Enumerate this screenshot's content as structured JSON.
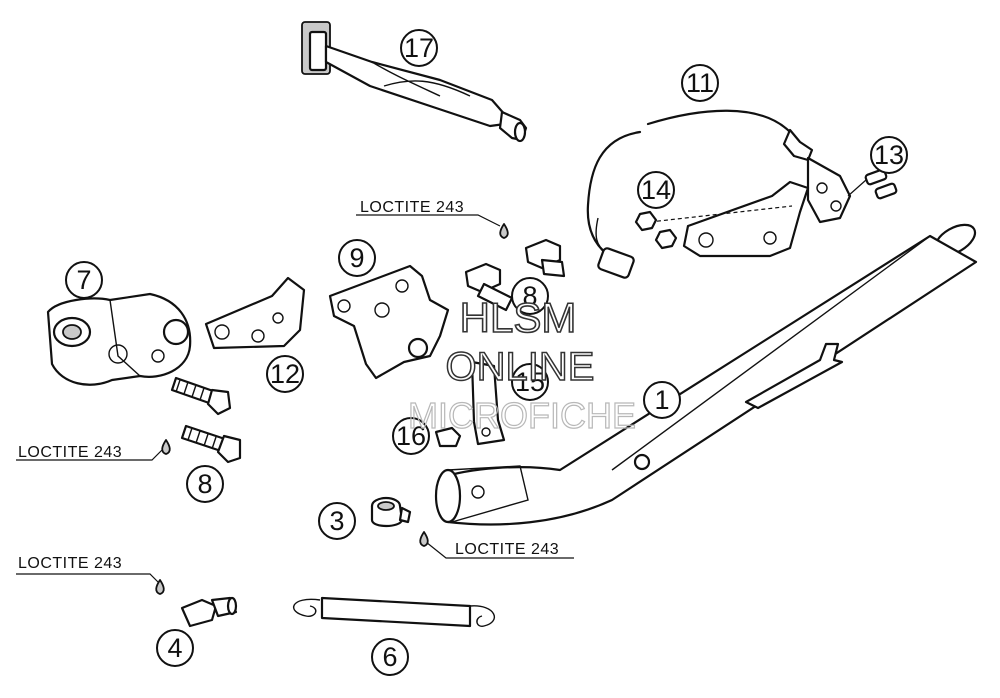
{
  "callouts": {
    "c1": "1",
    "c3": "3",
    "c4": "4",
    "c6": "6",
    "c7": "7",
    "c8a": "8",
    "c8b": "8",
    "c9": "9",
    "c11": "11",
    "c12": "12",
    "c13": "13",
    "c14": "14",
    "c15": "15",
    "c16": "16",
    "c17": "17"
  },
  "notes": {
    "loctite_top": "LOCTITE 243",
    "loctite_left": "LOCTITE 243",
    "loctite_center": "LOCTITE 243",
    "loctite_bottom": "LOCTITE 243"
  },
  "watermark": {
    "line1": "HLSM",
    "line2": "ONLINE",
    "line3": "MICROFICHE"
  }
}
